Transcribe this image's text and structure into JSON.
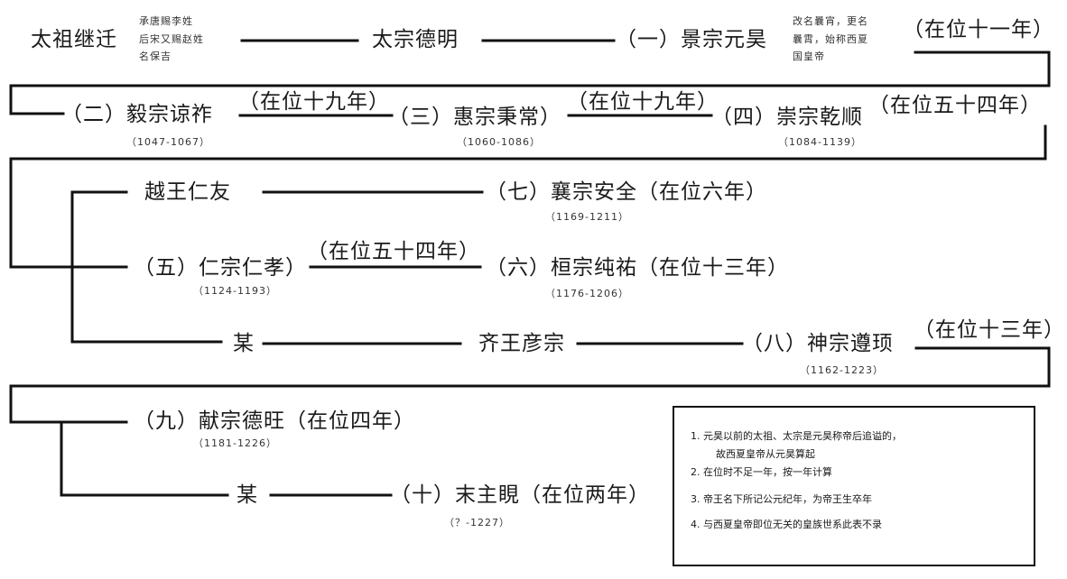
{
  "row1": {
    "taizu": "太祖继迁",
    "taizu_note1": "承唐赐李姓",
    "taizu_note2": "后宋又赐赵姓",
    "taizu_note3": "名保吉",
    "taizong": "太宗德明",
    "jingzong": "（一）景宗元昊",
    "jingzong_note1": "改名曩宵，更名",
    "jingzong_note2": "曩霄，始称西夏",
    "jingzong_note3": "国皇帝",
    "jingzong_reign": "（在位十一年）"
  },
  "row2": {
    "yizong": "（二）毅宗谅祚",
    "yizong_years": "（1047-1067）",
    "yizong_reign": "（在位十九年）",
    "huizong": "（三）惠宗秉常）",
    "huizong_years": "（1060-1086）",
    "huizong_reign": "（在位十九年）",
    "chongzong": "（四）崇宗乾顺",
    "chongzong_years": "（1084-1139）",
    "chongzong_reign": "（在位五十四年）"
  },
  "row3": {
    "yuewang": "越王仁友",
    "xiangzong": "（七）襄宗安全（在位六年）",
    "xiangzong_years": "（1169-1211）",
    "renzong": "（五）仁宗仁孝）",
    "renzong_years": "（1124-1193）",
    "renzong_reign": "（在位五十四年）",
    "huanzong": "（六）桓宗纯祐（在位十三年）",
    "huanzong_years": "（1176-1206）",
    "mou1": "某",
    "qiwang": "齐王彦宗",
    "shenzong": "（八）神宗遵顼",
    "shenzong_years": "（1162-1223）",
    "shenzong_reign": "（在位十三年）"
  },
  "row4": {
    "xianzong": "（九）献宗德旺（在位四年）",
    "xianzong_years": "（1181-1226）",
    "mou2": "某",
    "mozhu": "（十）末主睍（在位两年）",
    "mozhu_years": "（？-1227）"
  },
  "notes": [
    "1. 元昊以前的太祖、太宗是元昊称帝后追谥的，",
    "故西夏皇帝从元昊算起",
    "2. 在位时不足一年，按一年计算",
    "3. 帝王名下所记公元纪年，为帝王生卒年",
    "4. 与西夏皇帝即位无关的皇族世系此表不录"
  ]
}
